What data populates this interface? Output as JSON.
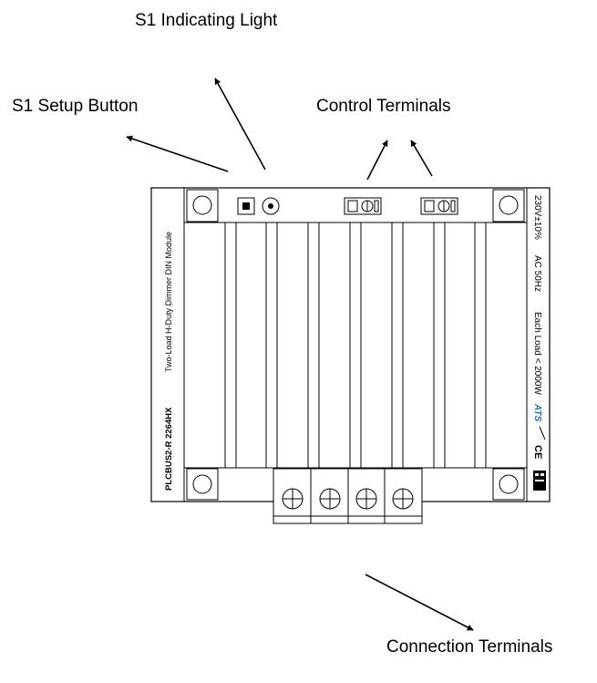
{
  "callouts": {
    "indicating_light": "S1 Indicating Light",
    "setup_button": "S1 Setup Button",
    "control_terminals": "Control Terminals",
    "connection_terminals": "Connection Terminals"
  },
  "module": {
    "model": "PLCBUS2-R 2264HX",
    "description": "Two-Load H-Duty Dimmer DIN Module",
    "voltage": "230V±10%",
    "frequency": "AC 50Hz",
    "load_rating": "Each Load < 2000W",
    "brand_mark": "ATS",
    "ce_mark": "CE"
  },
  "colors": {
    "line": "#000000",
    "panel": "#ffffff",
    "accent": "#1a6fd8"
  },
  "icons": {
    "arrow": "arrow-icon",
    "screw": "screw-terminal-icon",
    "mount_hole": "mounting-hole-icon"
  }
}
